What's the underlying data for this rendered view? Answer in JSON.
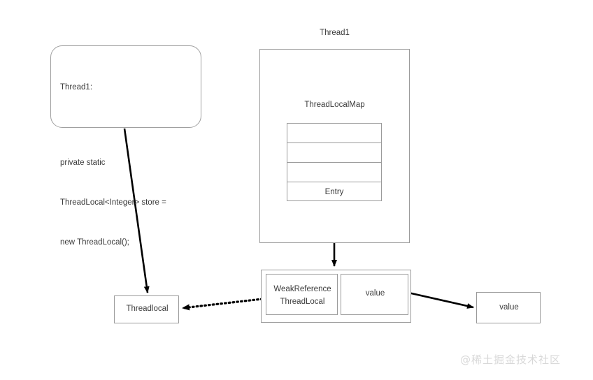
{
  "diagram": {
    "title_note": "ThreadLocal memory reference diagram",
    "watermark": "@稀土掘金技术社区"
  },
  "code_box": {
    "header": "Thread1:",
    "lines": [
      "private static",
      "ThreadLocal<Integer> store =",
      "new ThreadLocal();"
    ]
  },
  "thread_container": {
    "title": "Thread1",
    "map_label": "ThreadLocalMap",
    "table_rows": [
      "",
      "",
      "",
      "Entry"
    ]
  },
  "entry_node": {
    "key_line1": "WeakReference",
    "key_line2": "ThreadLocal",
    "value_label": "value"
  },
  "threadlocal_node": {
    "label": "Threadlocal"
  },
  "value_node": {
    "label": "value"
  },
  "colors": {
    "box_border": "#9a9a9a",
    "text": "#3b3b3b",
    "arrow": "#000000",
    "watermark": "#d8d8d8",
    "background": "#ffffff"
  }
}
